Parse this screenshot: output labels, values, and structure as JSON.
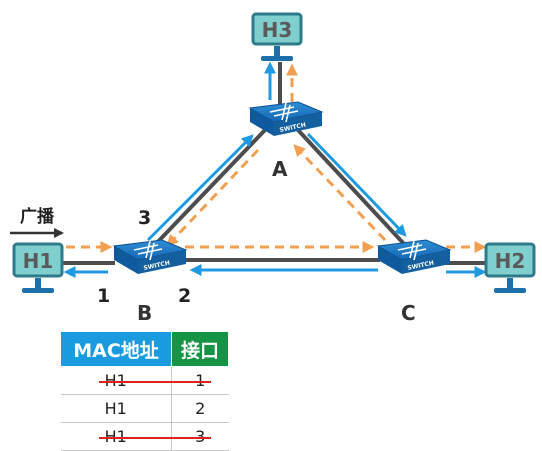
{
  "hosts": {
    "h1": "H1",
    "h2": "H2",
    "h3": "H3"
  },
  "switches": {
    "a": "A",
    "b": "B",
    "c": "C",
    "device_text": "SWITCH"
  },
  "ports": {
    "p1": "1",
    "p2": "2",
    "p3": "3"
  },
  "broadcast_label": "广播",
  "mac_table": {
    "headers": [
      "MAC地址",
      "接口"
    ],
    "rows": [
      {
        "mac": "H1",
        "port": "1",
        "struck": true
      },
      {
        "mac": "H1",
        "port": "2",
        "struck": false
      },
      {
        "mac": "H1",
        "port": "3",
        "struck": true
      }
    ]
  },
  "colors": {
    "link": "#4d4d4d",
    "forward_arrow": "#1f9ae0",
    "broadcast_arrow": "#f0a050",
    "mac_header": "#1a9be0",
    "port_header": "#169446",
    "strike": "#e0231a",
    "host_screen": "#7fcfcf",
    "host_stand": "#1c6fa8"
  }
}
